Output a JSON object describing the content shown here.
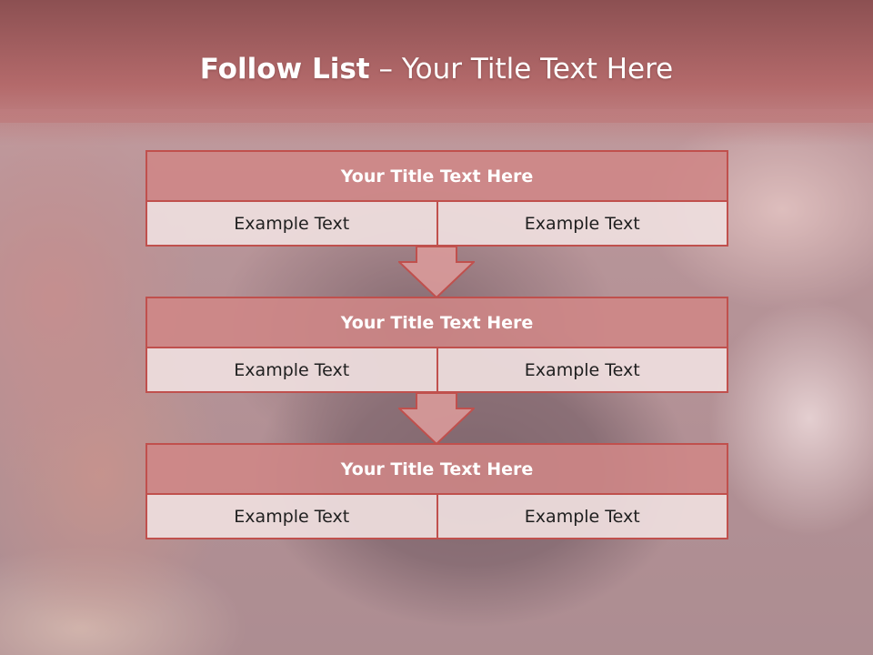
{
  "slide": {
    "title_bold": "Follow List",
    "title_rest": " – Your Title Text Here"
  },
  "blocks": [
    {
      "title": "Your Title Text Here",
      "cells": [
        "Example Text",
        "Example Text"
      ]
    },
    {
      "title": "Your Title Text Here",
      "cells": [
        "Example Text",
        "Example Text"
      ]
    },
    {
      "title": "Your Title Text Here",
      "cells": [
        "Example Text",
        "Example Text"
      ]
    }
  ],
  "colors": {
    "accent_border": "#c0504d",
    "title_fill": "#cf8686",
    "cell_fill": "#eedede",
    "header_band": "#b46a6b"
  },
  "icons": [
    "down-arrow-icon",
    "down-arrow-icon"
  ]
}
